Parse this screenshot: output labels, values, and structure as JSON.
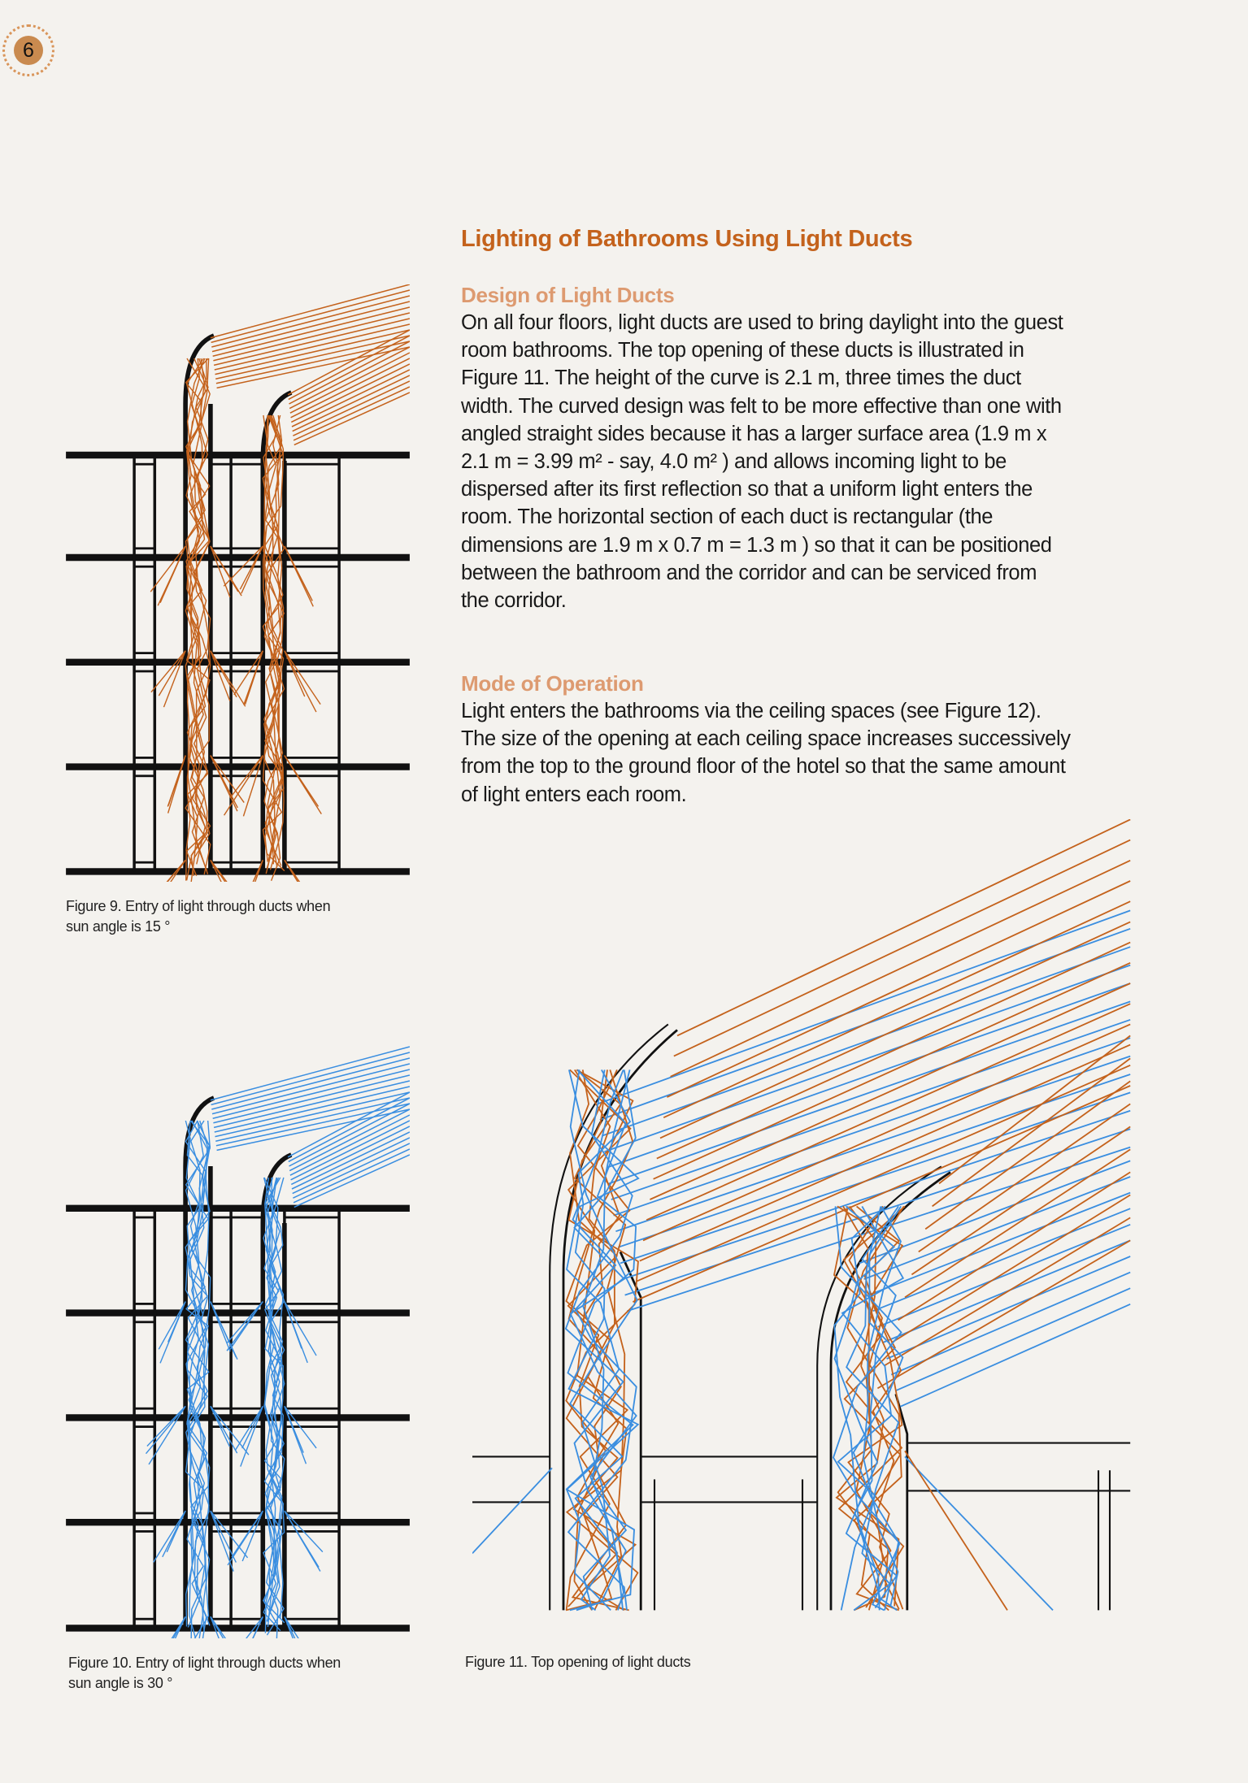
{
  "page_number": "6",
  "title": "Lighting of Bathrooms Using Light Ducts",
  "section1": {
    "heading": "Design of Light Ducts",
    "lines": [
      "On all four floors, light ducts are used to bring daylight into the guest",
      "room bathrooms. The top opening of these ducts is illustrated in",
      "Figure 11. The height of the curve is 2.1 m, three times the duct",
      "width. The curved design was felt to be more effective than one with",
      "angled straight sides because it has a larger surface area (1.9 m x",
      "2.1 m = 3.99 m² - say, 4.0 m² ) and allows incoming light to be",
      "dispersed after its first reflection so that a uniform light enters the",
      "room. The horizontal section of each duct is rectangular (the",
      "dimensions are 1.9 m x 0.7 m = 1.3 m ) so that it can be positioned",
      "between the bathroom and the corridor and can be serviced from",
      "the corridor."
    ]
  },
  "section2": {
    "heading": "Mode of Operation",
    "lines": [
      "Light enters the bathrooms via the ceiling spaces (see Figure 12).",
      "The size of the opening at each ceiling space increases successively",
      "from the top to the ground floor of the hotel so that the same amount",
      "of light enters each room."
    ]
  },
  "figures": {
    "fig9": {
      "caption_line1": "Figure 9. Entry of light through ducts when",
      "caption_line2": "sun angle is 15 °",
      "ray_color": "#c4621c"
    },
    "fig10": {
      "caption_line1": "Figure 10. Entry of light through ducts when",
      "caption_line2": "sun angle is 30 °",
      "ray_color": "#3a8ee0"
    },
    "fig11": {
      "caption": "Figure 11. Top opening of light ducts"
    }
  }
}
